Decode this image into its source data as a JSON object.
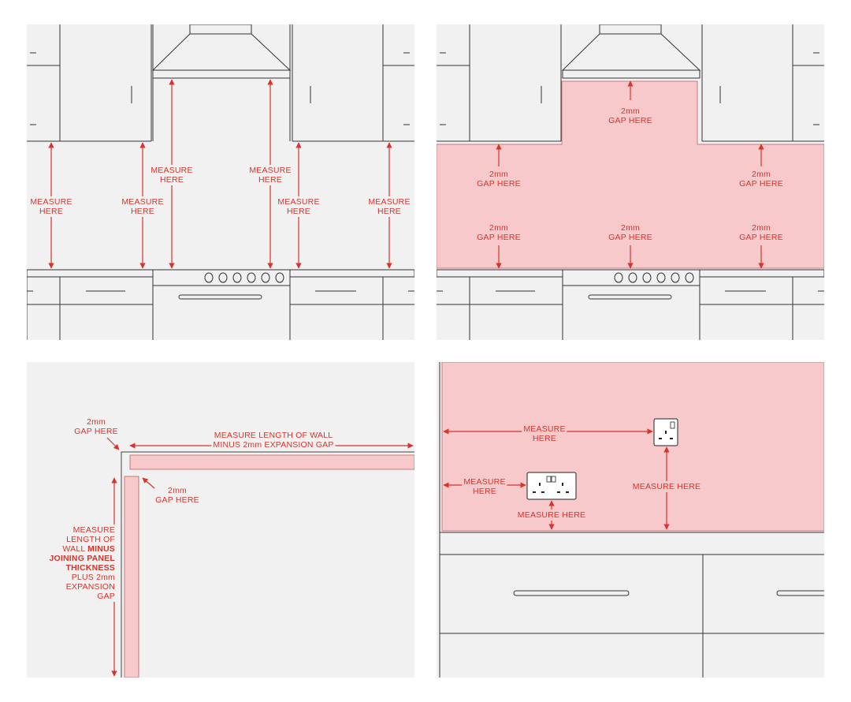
{
  "panels": {
    "measure_splashback": {
      "label_measure_here": "MEASURE\nHERE"
    },
    "gap_splashback": {
      "label_gap_here": "2mm\nGAP HERE"
    },
    "corner_detail": {
      "corner_gap": "2mm\nGAP HERE",
      "wall_length": "MEASURE LENGTH OF WALL\nMINUS 2mm EXPANSION GAP",
      "joint_gap": "2mm\nGAP HERE",
      "side_length_prefix": "MEASURE\nLENGTH OF\nWALL ",
      "side_length_bold": "MINUS\nJOINING PANEL\nTHICKNESS",
      "side_length_suffix": "\nPLUS 2mm\nEXPANSION\nGAP"
    },
    "socket_detail": {
      "measure_left_top": "MEASURE\nHERE",
      "measure_left_bottom": "MEASURE\nHERE",
      "measure_here_socket_single": "MEASURE HERE",
      "measure_here_socket_double": "MEASURE HERE"
    }
  },
  "colors": {
    "accent": "#d9332a",
    "panel_fill": "#f7c9cb",
    "background": "#f1f1f1",
    "line": "#222222"
  }
}
